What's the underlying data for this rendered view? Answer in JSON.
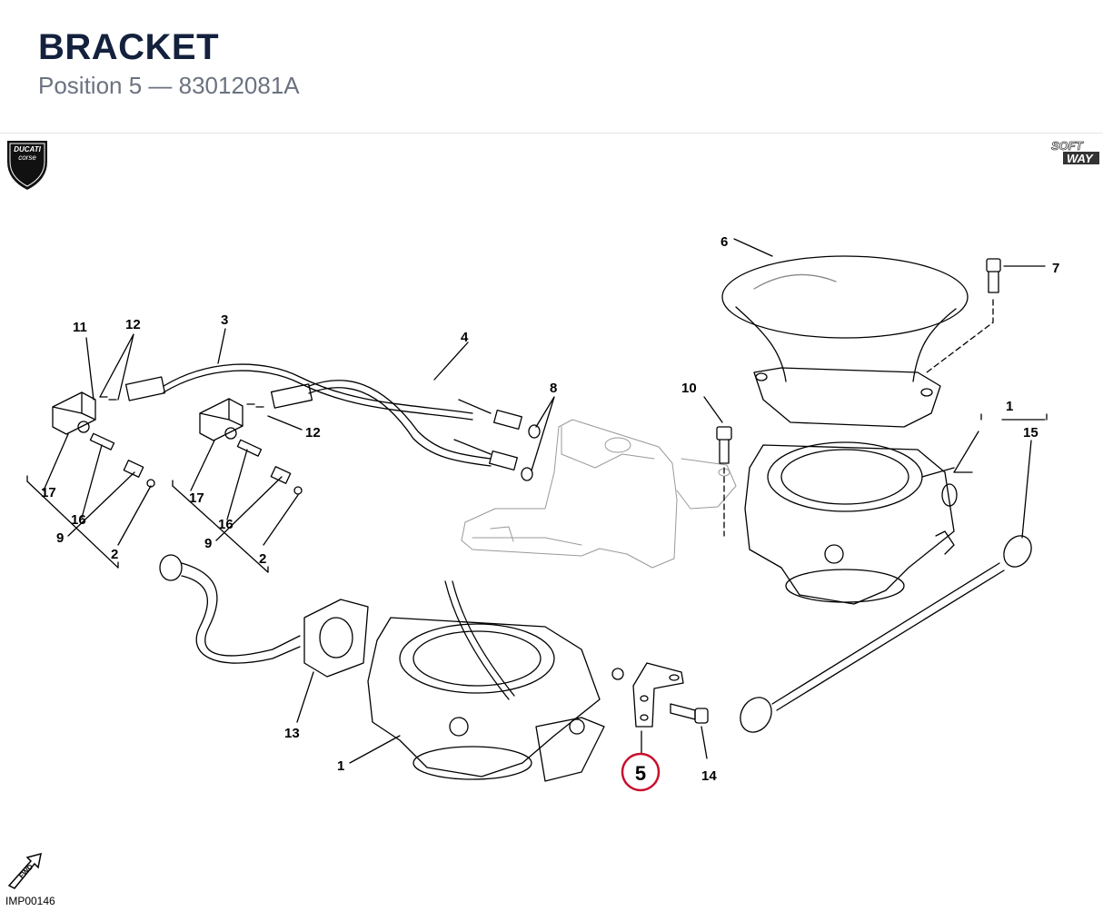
{
  "header": {
    "title": "BRACKET",
    "subtitle": "Position 5 — 83012081A"
  },
  "logos": {
    "left_top": "DUCATI",
    "left_bottom": "corse",
    "right_top": "SOFT",
    "right_bottom": "WAY",
    "fwd": "FWD"
  },
  "callouts": {
    "n1a": "1",
    "n1b": "1",
    "n2a": "2",
    "n2b": "2",
    "n3": "3",
    "n4": "4",
    "n5": "5",
    "n6": "6",
    "n7": "7",
    "n8": "8",
    "n9a": "9",
    "n9b": "9",
    "n10": "10",
    "n11": "11",
    "n12a": "12",
    "n12b": "12",
    "n13": "13",
    "n14": "14",
    "n15": "15",
    "n16a": "16",
    "n16b": "16",
    "n17a": "17",
    "n17b": "17"
  },
  "highlight_color": "#c8102e",
  "image_code": "IMP00146"
}
